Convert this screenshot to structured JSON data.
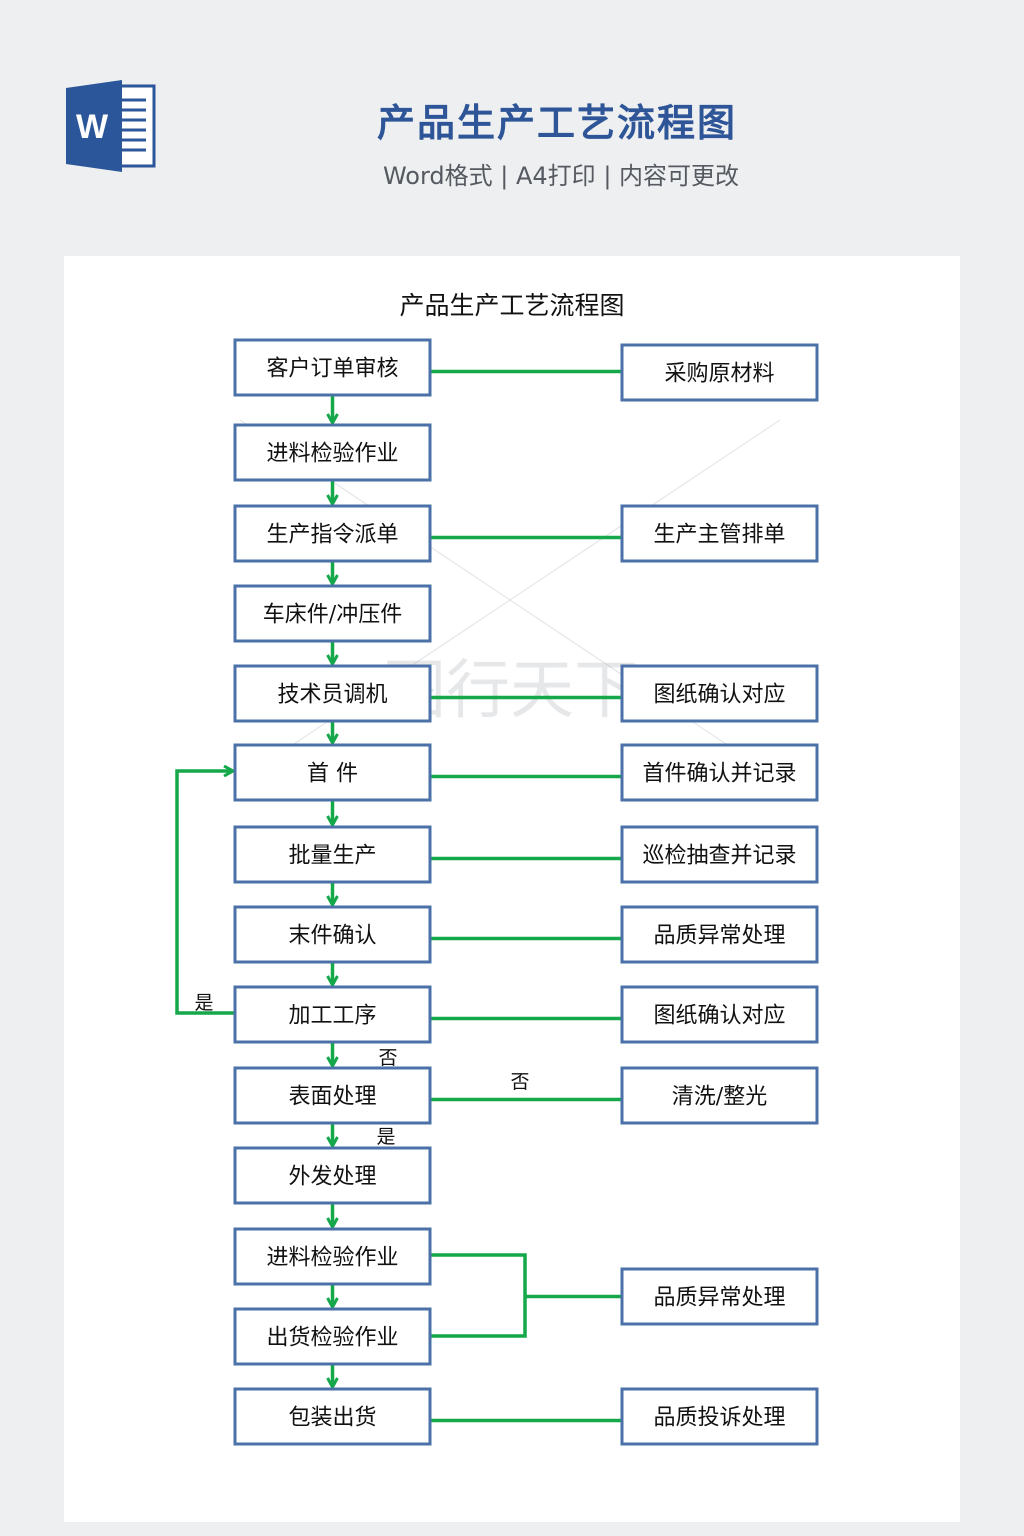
{
  "header": {
    "title": "产品生产工艺流程图",
    "subtitle": "Word格式 | A4打印 | 内容可更改",
    "logo_icon": "word-doc-icon"
  },
  "document": {
    "title": "产品生产工艺流程图",
    "watermark": "图行天下"
  },
  "flow": {
    "main_steps": [
      "客户订单审核",
      "进料检验作业",
      "生产指令派单",
      "车床件/冲压件",
      "技术员调机",
      "首  件",
      "批量生产",
      "末件确认",
      "加工工序",
      "表面处理",
      "外发处理",
      "进料检验作业",
      "出货检验作业",
      "包装出货"
    ],
    "side_steps": [
      "采购原材料",
      "生产主管排单",
      "图纸确认对应",
      "首件确认并记录",
      "巡检抽查并记录",
      "品质异常处理",
      "图纸确认对应",
      "清洗/整光",
      "品质异常处理",
      "品质投诉处理"
    ],
    "labels": {
      "loop_yes": "是",
      "process_no": "否",
      "surface_no": "否",
      "surface_yes": "是"
    },
    "colors": {
      "connector": "#14a84a",
      "box_border": "#4a72a8",
      "title": "#2e5597"
    }
  }
}
